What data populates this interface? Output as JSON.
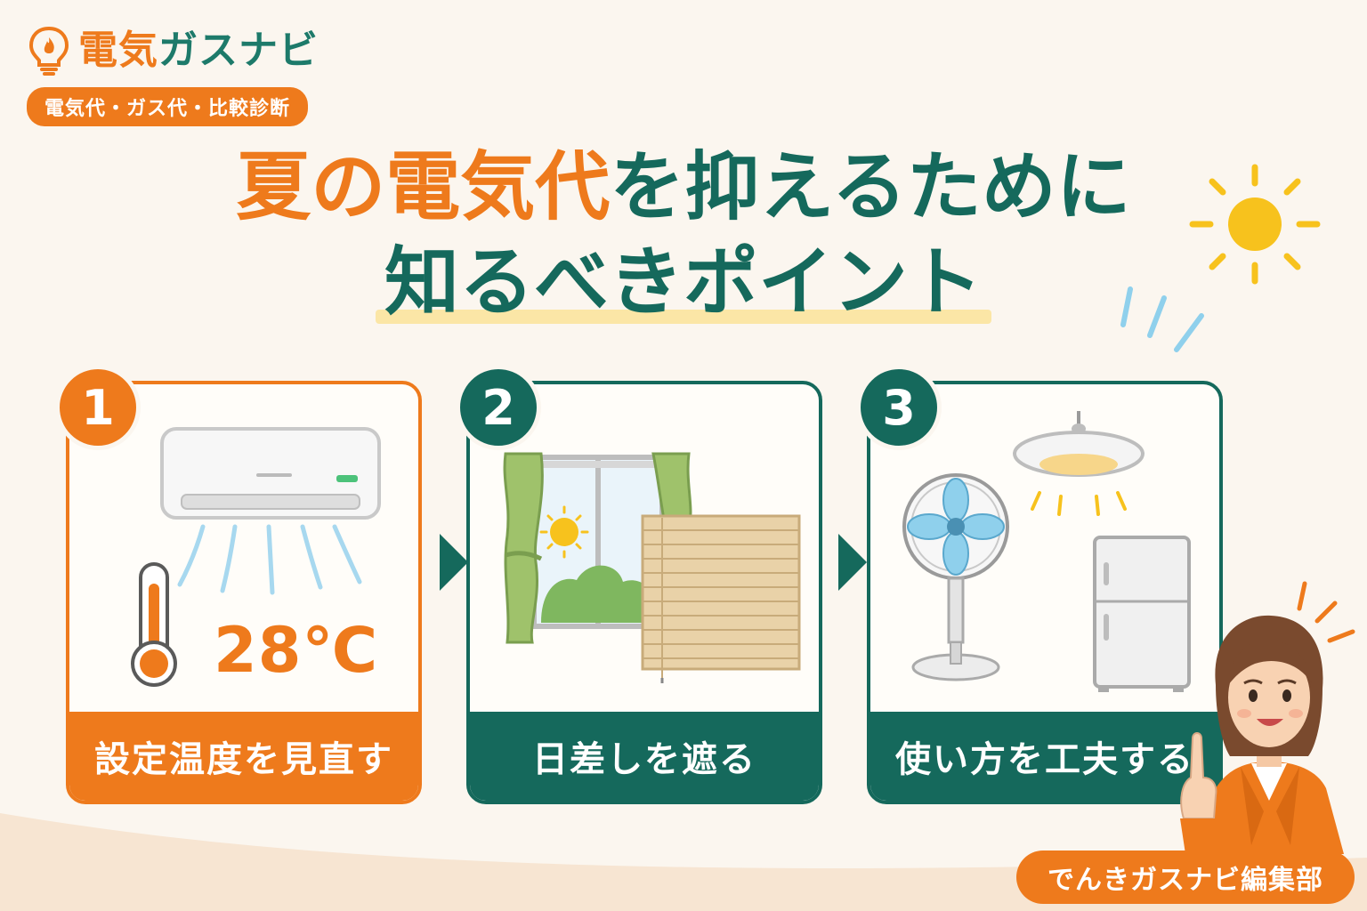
{
  "logo": {
    "name_part1": "電気",
    "name_part2": "ガスナビ",
    "tagline": "電気代・ガス代・比較診断",
    "icon": "lightbulb-flame-icon"
  },
  "headline": {
    "line1_part1": "夏の電気代",
    "line1_part2": "を抑えるために",
    "line2": "知るべきポイント"
  },
  "steps": [
    {
      "number": "1",
      "label": "設定温度を見直す",
      "icon": "air-conditioner-thermometer-icon",
      "temperature": "28℃"
    },
    {
      "number": "2",
      "label": "日差しを遮る",
      "icon": "window-curtain-blind-icon"
    },
    {
      "number": "3",
      "label": "使い方を工夫する",
      "icon": "fan-light-fridge-icon"
    }
  ],
  "editor": "でんきガスナビ編集部",
  "colors": {
    "orange": "#ee7a1c",
    "green": "#15695c",
    "background": "#fbf6ef",
    "sun": "#f7c21d"
  }
}
